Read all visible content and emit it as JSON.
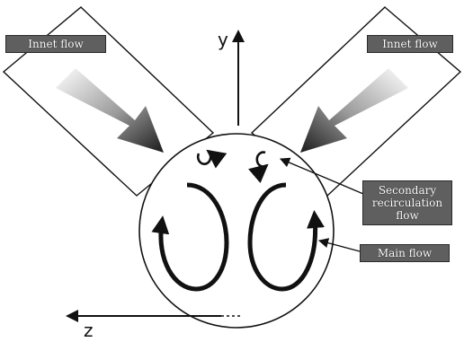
{
  "labels": {
    "inlet_left": "Innet flow",
    "inlet_right": "Innet flow",
    "secondary_line1": "Secondary",
    "secondary_line2": "recirculation",
    "secondary_line3": "flow",
    "main_flow": "Main flow"
  },
  "axes": {
    "y_label": "y",
    "z_label": "z"
  },
  "colors": {
    "label_bg": "#5f5f5f",
    "stroke": "#111111",
    "arrow_fill": "#333333"
  }
}
